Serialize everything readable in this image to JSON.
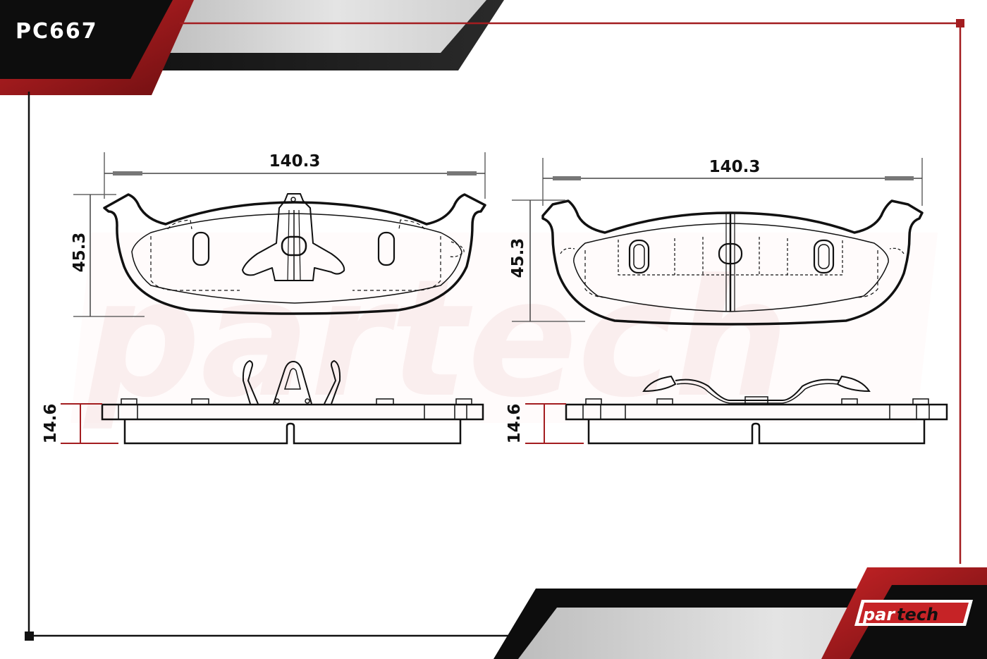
{
  "part_code": "PC667",
  "brand": {
    "name_left": "par",
    "name_right": "tech",
    "watermark": "partech"
  },
  "colors": {
    "accent_red": "#a31d20",
    "frame_dark": "#0d0d0d",
    "outline": "#111111",
    "dim_grey": "#666666"
  },
  "views": {
    "pad_a": {
      "width_label": "140.3",
      "height_label": "45.3",
      "thickness_label": "14.6"
    },
    "pad_b": {
      "width_label": "140.3",
      "height_label": "45.3",
      "thickness_label": "14.6"
    }
  }
}
